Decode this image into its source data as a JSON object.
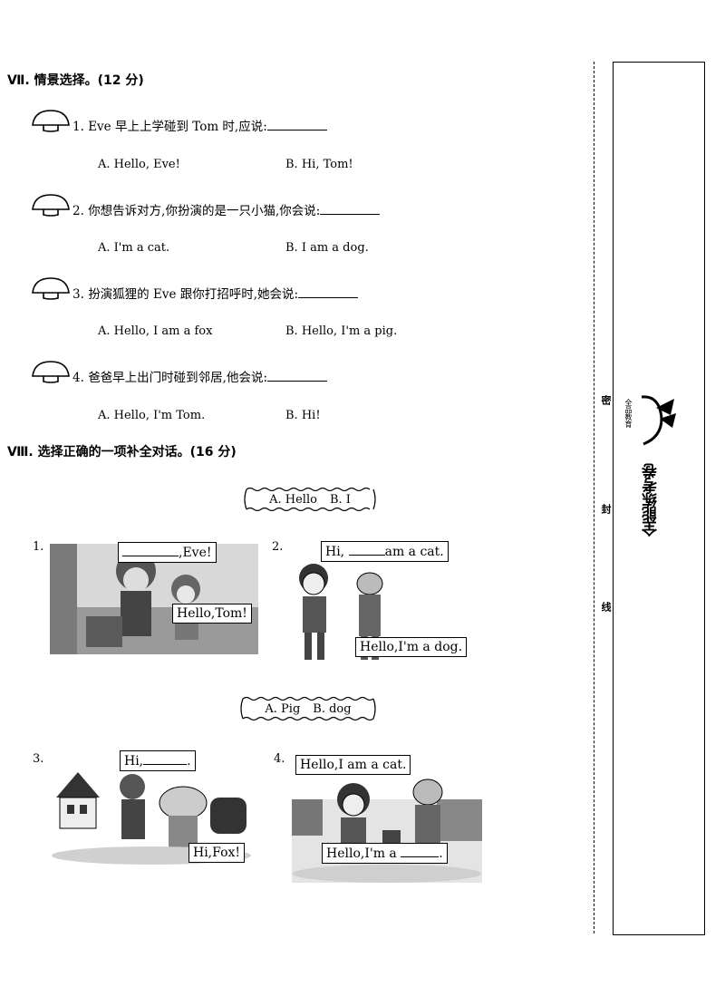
{
  "section7": {
    "heading": "Ⅶ. 情景选择。(12 分)",
    "questions": [
      {
        "number": "1.",
        "text": "Eve 早上上学碰到 Tom 时,应说:",
        "options": [
          "A. Hello, Eve!",
          "B. Hi, Tom!"
        ]
      },
      {
        "number": "2.",
        "text": "你想告诉对方,你扮演的是一只小猫,你会说:",
        "options": [
          "A. I'm a cat.",
          "B. I am a dog."
        ]
      },
      {
        "number": "3.",
        "text": "扮演狐狸的 Eve 跟你打招呼时,她会说:",
        "options": [
          "A. Hello, I am a fox",
          "B. Hello, I'm a pig."
        ]
      },
      {
        "number": "4.",
        "text": "爸爸早上出门时碰到邻居,他会说:",
        "options": [
          "A. Hello, I'm Tom.",
          "B. Hi!"
        ]
      }
    ]
  },
  "section8": {
    "heading": "Ⅷ. 选择正确的一项补全对话。(16 分)",
    "box1": [
      "A. Hello",
      "B. I"
    ],
    "box2": [
      "A. Pig",
      "B. dog"
    ],
    "dialogs": [
      {
        "number": "1.",
        "bubble_a_suffix": ",Eve!",
        "bubble_b": "Hello,Tom!"
      },
      {
        "number": "2.",
        "bubble_a_prefix": "Hi,",
        "bubble_a_suffix": "am a cat.",
        "bubble_b": "Hello,I'm a dog."
      },
      {
        "number": "3.",
        "bubble_a_prefix": "Hi,",
        "bubble_a_suffix": ".",
        "bubble_b": "Hi,Fox!"
      },
      {
        "number": "4.",
        "bubble_a": "Hello,I am a cat.",
        "bubble_b_prefix": "Hello,I'm a",
        "bubble_b_suffix": "."
      }
    ]
  },
  "margin": {
    "vertical_labels": [
      "密",
      "封",
      "线"
    ],
    "brand_text": "全能练考卷",
    "logo_text": "全品教育"
  }
}
